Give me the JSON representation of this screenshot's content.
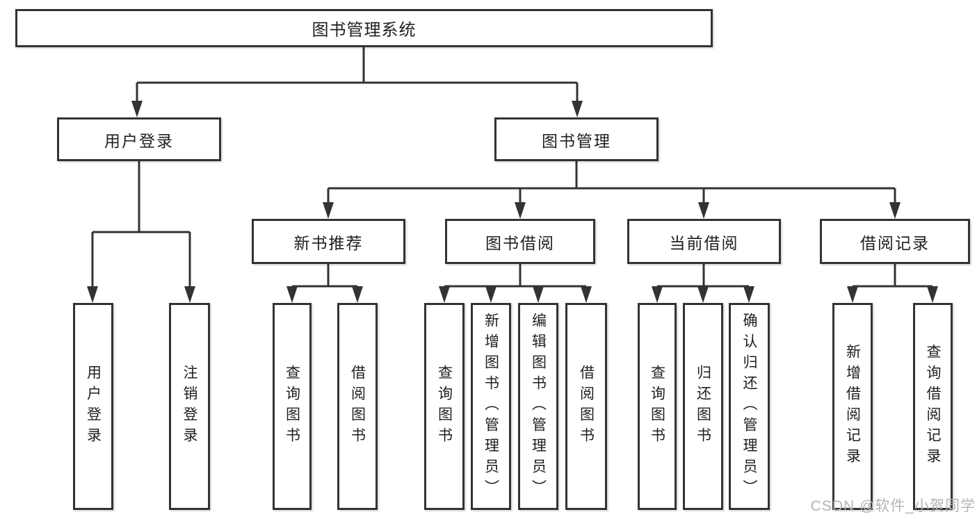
{
  "colors": {
    "line": "#333333",
    "text": "#1f1f1f",
    "background": "#ffffff",
    "watermark": "#b3b3b3"
  },
  "watermark": {
    "text": "CSDN @软件_小贺同学"
  },
  "diagram": {
    "root": {
      "label": "图书管理系统"
    },
    "level2": [
      {
        "label": "用户登录"
      },
      {
        "label": "图书管理"
      }
    ],
    "level3": [
      {
        "label": "新书推荐",
        "parent": "图书管理"
      },
      {
        "label": "图书借阅",
        "parent": "图书管理"
      },
      {
        "label": "当前借阅",
        "parent": "图书管理"
      },
      {
        "label": "借阅记录",
        "parent": "图书管理"
      }
    ],
    "leaves": [
      {
        "label": "用户登录",
        "parent": "用户登录"
      },
      {
        "label": "注销登录",
        "parent": "用户登录"
      },
      {
        "label": "查询图书",
        "parent": "新书推荐"
      },
      {
        "label": "借阅图书",
        "parent": "新书推荐"
      },
      {
        "label": "查询图书",
        "parent": "图书借阅"
      },
      {
        "label": "新增图书（管理员）",
        "parent": "图书借阅"
      },
      {
        "label": "编辑图书（管理员）",
        "parent": "图书借阅"
      },
      {
        "label": "借阅图书",
        "parent": "图书借阅"
      },
      {
        "label": "查询图书",
        "parent": "当前借阅"
      },
      {
        "label": "归还图书",
        "parent": "当前借阅"
      },
      {
        "label": "确认归还（管理员）",
        "parent": "当前借阅"
      },
      {
        "label": "新增借阅记录",
        "parent": "借阅记录"
      },
      {
        "label": "查询借阅记录",
        "parent": "借阅记录"
      }
    ]
  }
}
